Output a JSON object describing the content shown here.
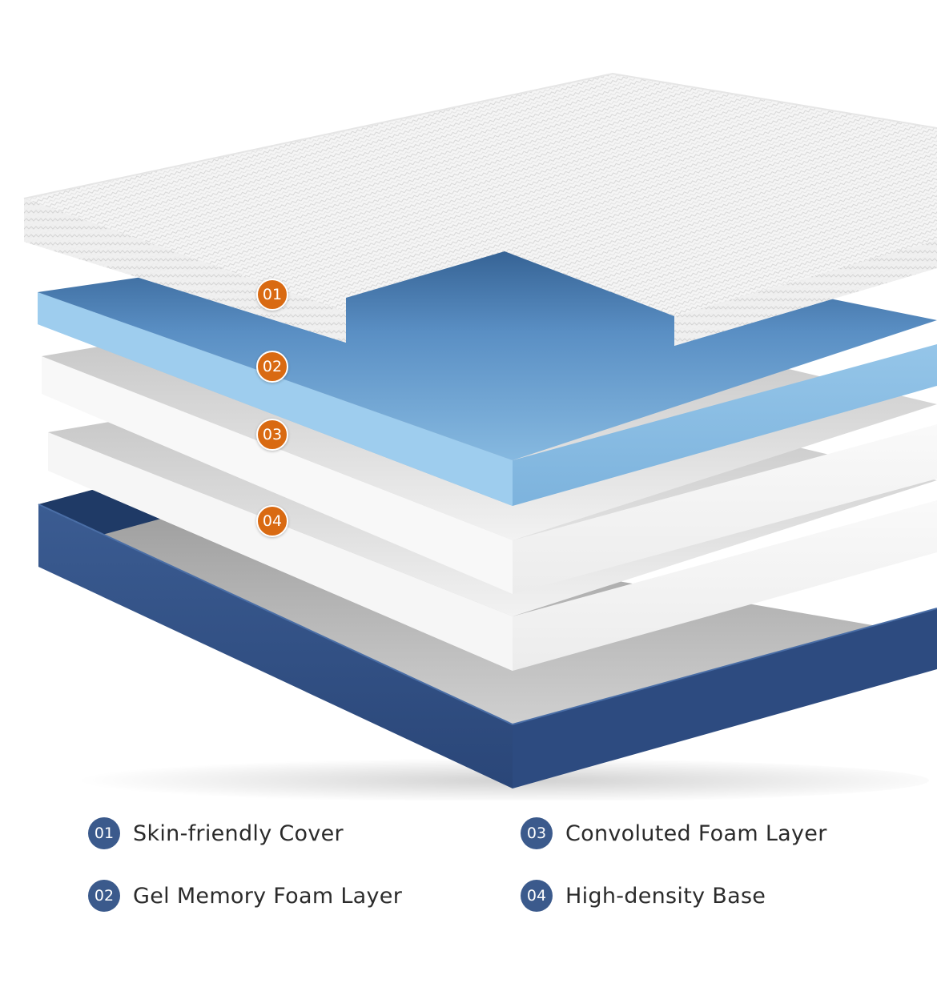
{
  "colors": {
    "marker": "#d96a12",
    "legend_badge": "#3b5a8c",
    "cover": "#f4f4f4",
    "gel_foam": "#8ec0e4",
    "white_foam": "#f7f7f7",
    "base": "#2f4f86"
  },
  "markers": [
    {
      "number": "01"
    },
    {
      "number": "02"
    },
    {
      "number": "03"
    },
    {
      "number": "04"
    }
  ],
  "legend": [
    {
      "number": "01",
      "label": "Skin-friendly Cover"
    },
    {
      "number": "02",
      "label": "Gel Memory Foam Layer"
    },
    {
      "number": "03",
      "label": "Convoluted Foam Layer"
    },
    {
      "number": "04",
      "label": "High-density Base"
    }
  ]
}
